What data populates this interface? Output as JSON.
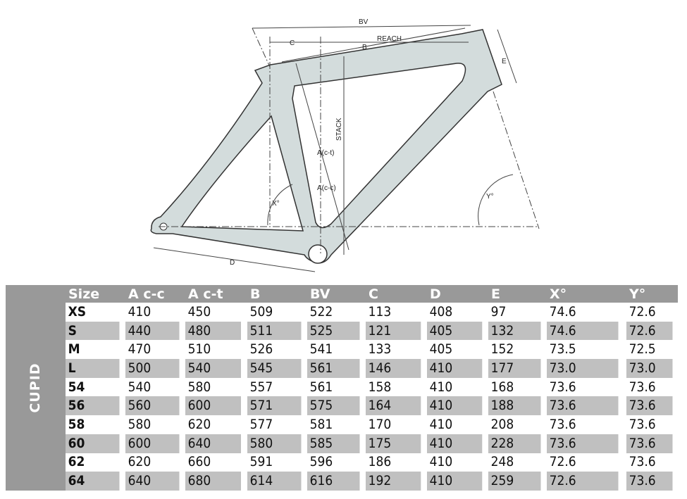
{
  "model": "CUPID",
  "diagram": {
    "labels": {
      "bv": "BV",
      "reach": "REACH",
      "b": "B",
      "c": "C",
      "e": "E",
      "stack": "STACK",
      "a_ct": "A(c-t)",
      "a_cc": "A(c-c)",
      "x": "X°",
      "y": "Y°",
      "d": "D"
    },
    "frame_color": "#d3dcdc"
  },
  "table": {
    "headers": [
      "Size",
      "A c-c",
      "A c-t",
      "B",
      "BV",
      "C",
      "D",
      "E",
      "X°",
      "Y°"
    ],
    "rows": [
      [
        "XS",
        "410",
        "450",
        "509",
        "522",
        "113",
        "408",
        "97",
        "74.6",
        "72.6"
      ],
      [
        "S",
        "440",
        "480",
        "511",
        "525",
        "121",
        "405",
        "132",
        "74.6",
        "72.6"
      ],
      [
        "M",
        "470",
        "510",
        "526",
        "541",
        "133",
        "405",
        "152",
        "73.5",
        "72.5"
      ],
      [
        "L",
        "500",
        "540",
        "545",
        "561",
        "146",
        "410",
        "177",
        "73.0",
        "73.0"
      ],
      [
        "54",
        "540",
        "580",
        "557",
        "561",
        "158",
        "410",
        "168",
        "73.6",
        "73.6"
      ],
      [
        "56",
        "560",
        "600",
        "571",
        "575",
        "164",
        "410",
        "188",
        "73.6",
        "73.6"
      ],
      [
        "58",
        "580",
        "620",
        "577",
        "581",
        "170",
        "410",
        "208",
        "73.6",
        "73.6"
      ],
      [
        "60",
        "600",
        "640",
        "580",
        "585",
        "175",
        "410",
        "228",
        "73.6",
        "73.6"
      ],
      [
        "62",
        "620",
        "660",
        "591",
        "596",
        "186",
        "410",
        "248",
        "72.6",
        "73.6"
      ],
      [
        "64",
        "640",
        "680",
        "614",
        "616",
        "192",
        "410",
        "259",
        "72.6",
        "73.6"
      ]
    ]
  }
}
